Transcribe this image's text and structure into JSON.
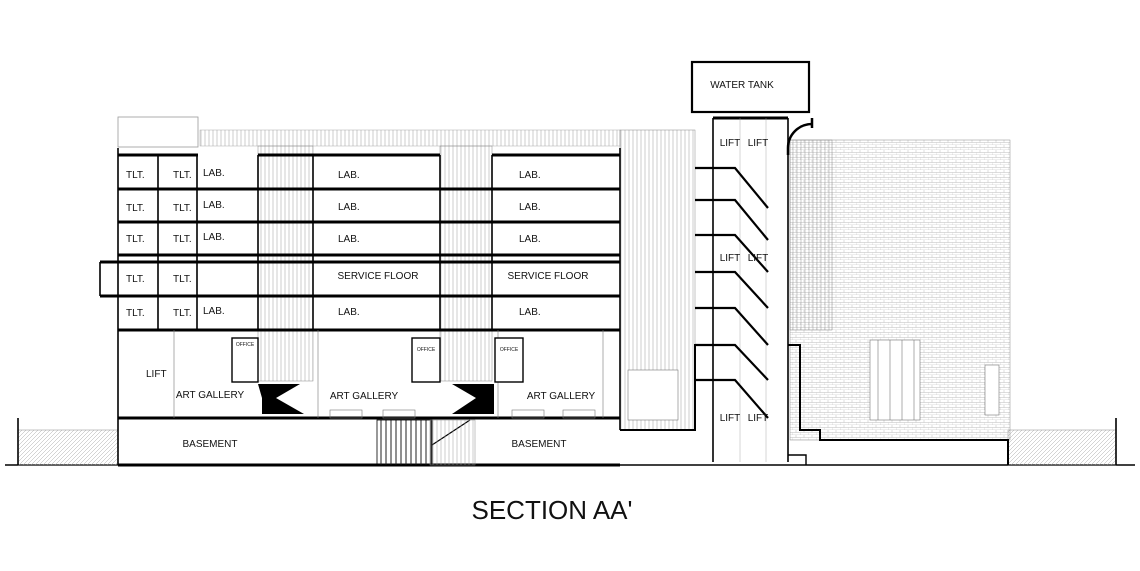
{
  "title": "SECTION AA'",
  "labels": {
    "water_tank": "WATER TANK",
    "lift": "LIFT",
    "toilet": "TLT.",
    "lab": "LAB.",
    "service_floor": "SERVICE FLOOR",
    "office": "OFFICE",
    "art_gallery": "ART GALLERY",
    "basement": "BASEMENT"
  }
}
